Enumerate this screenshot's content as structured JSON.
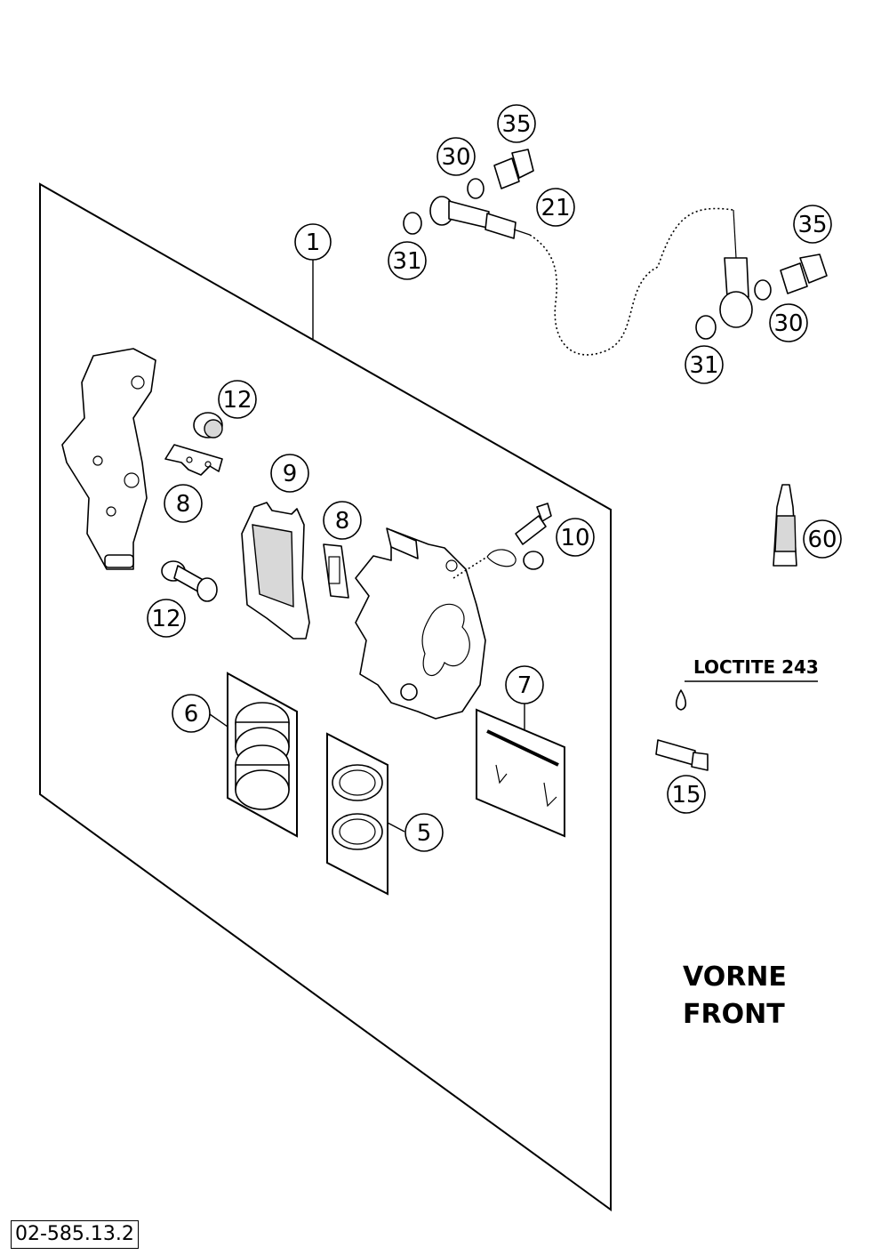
{
  "callouts": [
    "1",
    "35",
    "30",
    "21",
    "31",
    "35",
    "30",
    "31",
    "12",
    "9",
    "8",
    "8",
    "10",
    "60",
    "12",
    "6",
    "7",
    "5",
    "15"
  ],
  "labels": {
    "loctite": "LOCTITE 243",
    "vorne": "VORNE",
    "front": "FRONT",
    "drawing_code": "02-585.13.2"
  }
}
